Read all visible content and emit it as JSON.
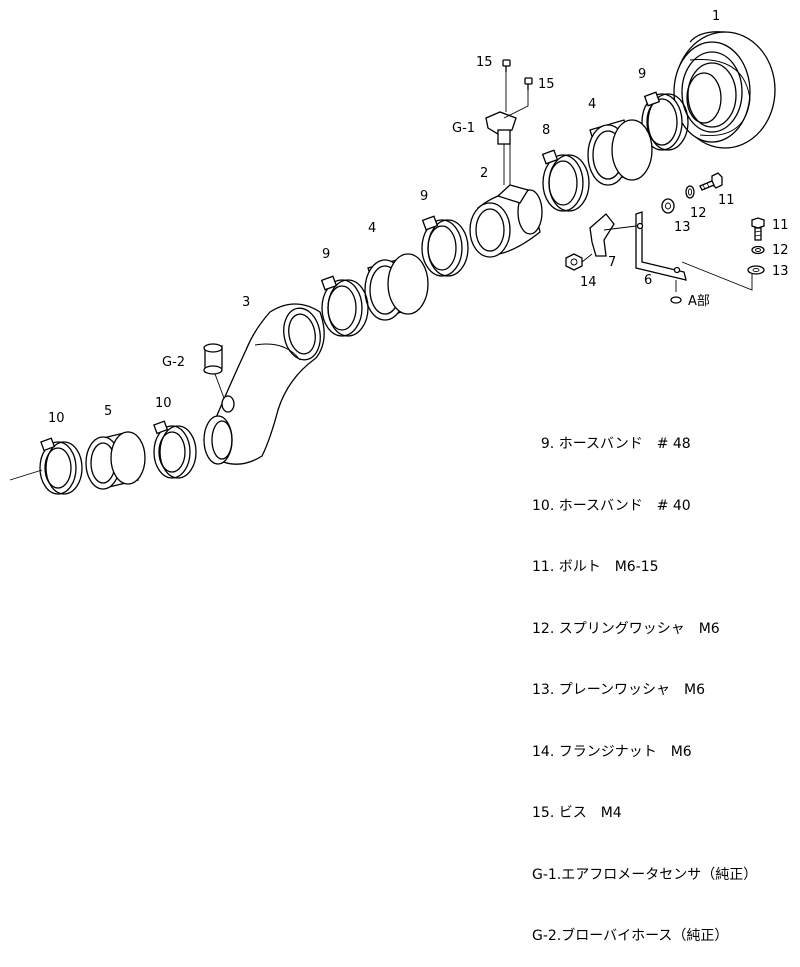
{
  "callouts": {
    "p1": "1",
    "p2": "2",
    "p3": "3",
    "p4a": "4",
    "p4b": "4",
    "p5": "5",
    "p6": "6",
    "p7": "7",
    "p8": "8",
    "p9a": "9",
    "p9b": "9",
    "p9c": "9",
    "p10a": "10",
    "p10b": "10",
    "p11a": "11",
    "p11b": "11",
    "p12a": "12",
    "p12b": "12",
    "p13a": "13",
    "p13b": "13",
    "p14": "14",
    "p15a": "15",
    "p15b": "15",
    "g1": "G-1",
    "g2": "G-2",
    "a_part": "A部"
  },
  "legend": [
    "  9. ホースバンド　# 48",
    "10. ホースバンド　# 40",
    "11. ボルト　M6-15",
    "12. スプリングワッシャ　M6",
    "13. プレーンワッシャ　M6",
    "14. フランジナット　M6",
    "15. ビス　M4",
    "G-1.エアフロメータセンサ（純正）",
    "G-2.ブローバイホース（純正）"
  ]
}
